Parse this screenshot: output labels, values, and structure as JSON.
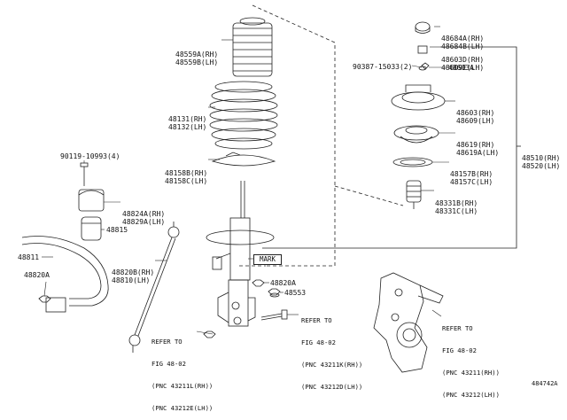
{
  "labels": {
    "bumper_stopper": {
      "rh": "48684A(RH)",
      "lh": "48684B(LH)"
    },
    "cap_48603D": {
      "rh": "48603D(RH)",
      "lh": "48609E(LH)"
    },
    "nut_part": "90387-15033(2)",
    "nut_48603A": "48603A",
    "support": {
      "rh": "48603(RH)",
      "lh": "48609(LH)"
    },
    "bearing": {
      "rh": "48619(RH)",
      "lh": "48619A(LH)"
    },
    "insulator": {
      "rh": "48157B(RH)",
      "lh": "48157C(LH)"
    },
    "bound_stopper": {
      "rh": "48331B(RH)",
      "lh": "48331C(LH)"
    },
    "assembly": {
      "rh": "48510(RH)",
      "lh": "48520(LH)"
    },
    "dust_boot": {
      "rh": "48559A(RH)",
      "lh": "48559B(LH)"
    },
    "coil_spring": {
      "rh": "48131(RH)",
      "lh": "48132(LH)"
    },
    "lower_insulator": {
      "rh": "48158B(RH)",
      "lh": "48158C(LH)"
    },
    "bolt_90119": "90119-10993(4)",
    "bracket": {
      "rh": "48824A(RH)",
      "lh": "48829A(LH)"
    },
    "bushing": "48815",
    "stabilizer_bar": "48811",
    "nut_48820A_left": "48820A",
    "link": {
      "rh": "48820B(RH)",
      "lh": "48810(LH)"
    },
    "mark": "MARK",
    "nut_48820A_mid": "48820A",
    "nut_48553": "48553",
    "refer_knuckle_bolt": {
      "line1": "REFER TO",
      "line2": "FIG 48-02",
      "line3": "(PNC 43211K(RH))",
      "line4": "(PNC 43212D(LH))"
    },
    "refer_strut_bottom": {
      "line1": "REFER TO",
      "line2": "FIG 48-02",
      "line3": "(PNC 43211L(RH))",
      "line4": "(PNC 43212E(LH))"
    },
    "refer_knuckle": {
      "line1": "REFER TO",
      "line2": "FIG 48-02",
      "line3": "(PNC 43211(RH))",
      "line4": "(PNC 43212(LH))"
    },
    "figure_id": "484742A"
  }
}
